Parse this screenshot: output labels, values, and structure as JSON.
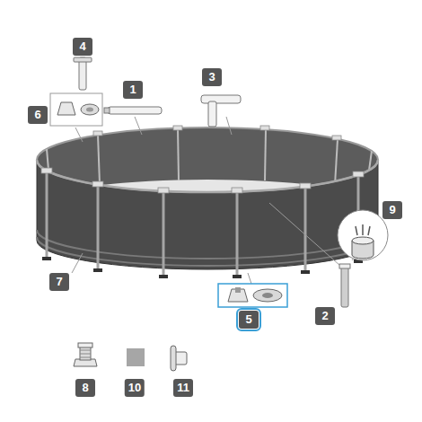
{
  "diagram": {
    "labels": [
      "4",
      "1",
      "3",
      "6",
      "9",
      "7",
      "5",
      "2",
      "8",
      "10",
      "11"
    ]
  }
}
